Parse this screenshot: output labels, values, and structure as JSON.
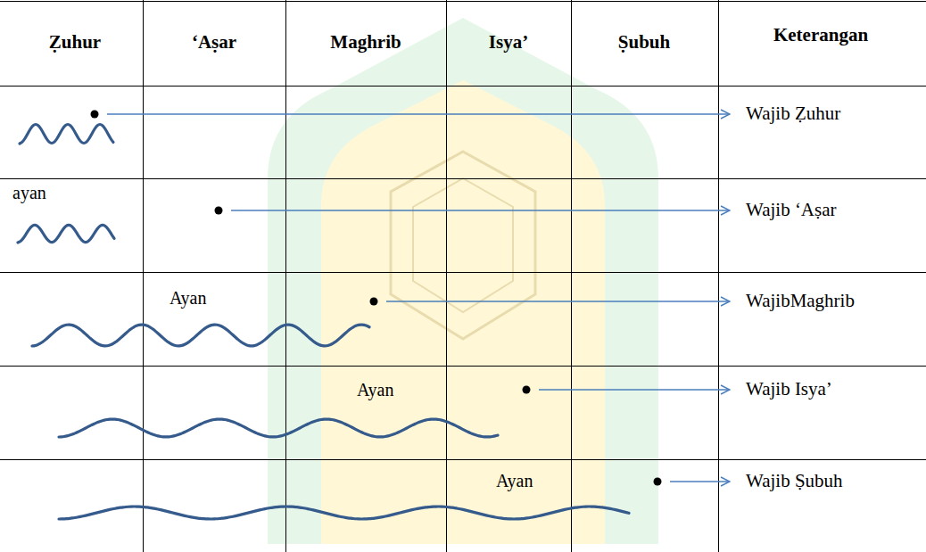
{
  "diagram": {
    "labels": [
      "Ẓuhur",
      "‘Aṣar",
      "Maghrib",
      "Isya’",
      "Ṣubuh",
      "Keterangan",
      "Wajib Ẓuhur",
      "ayan",
      "Wajib ‘Aṣar",
      "Ayan",
      "WajibMaghrib",
      "Ayan",
      "Wajib Isya’",
      "Ayan",
      "Wajib Ṣubuh"
    ]
  }
}
